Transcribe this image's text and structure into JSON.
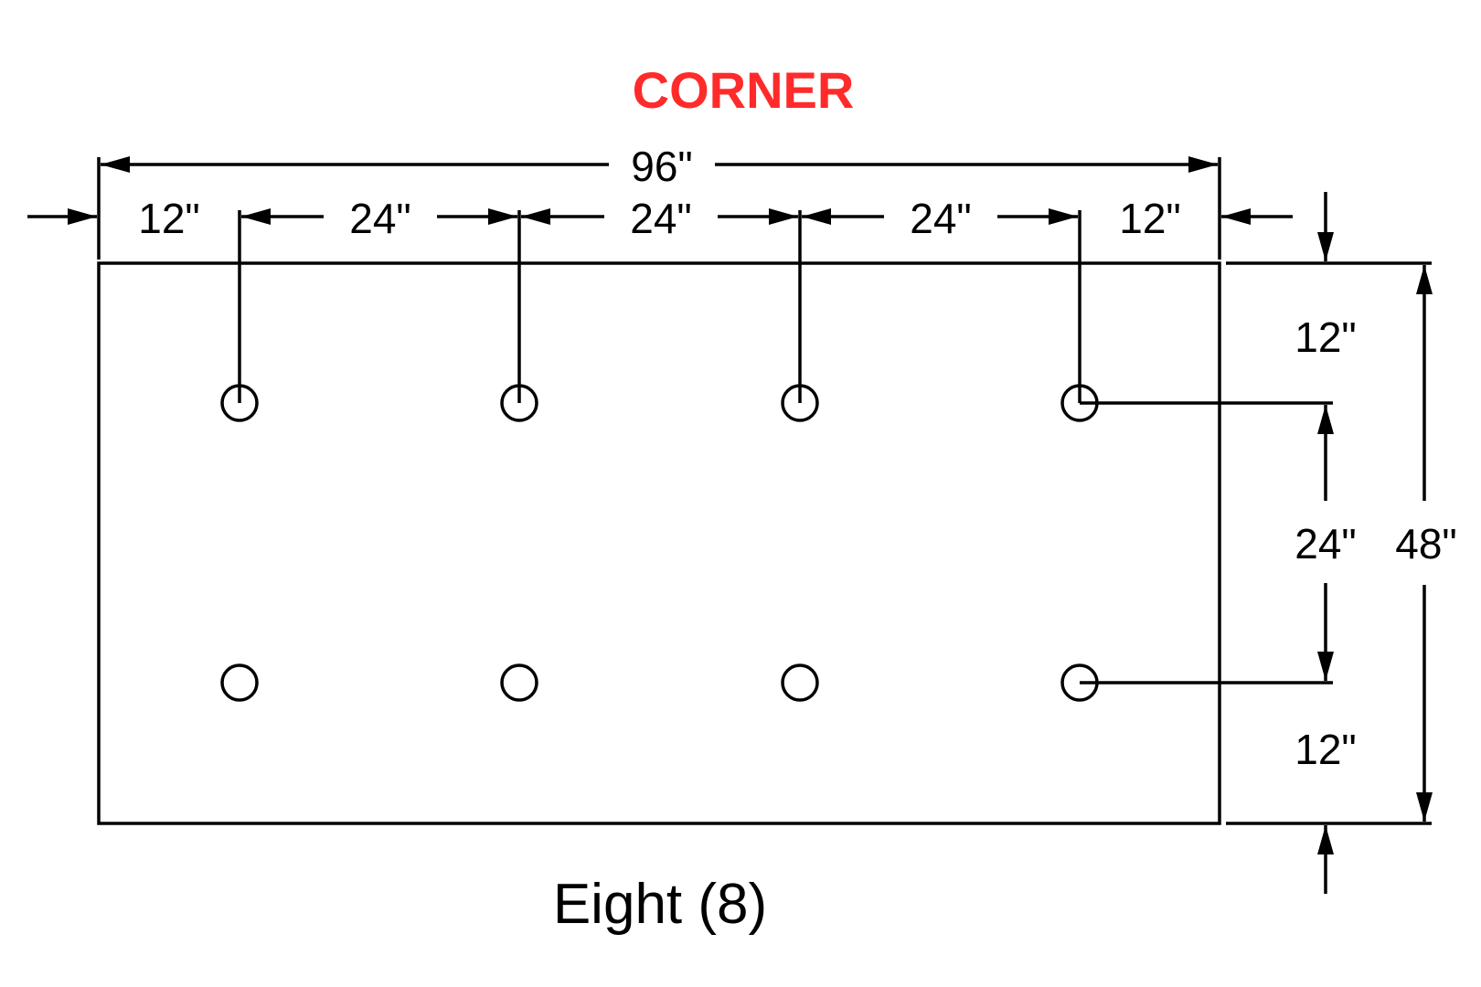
{
  "title": "CORNER",
  "caption": "Eight (8)",
  "colors": {
    "title": "#ff2b2b",
    "lines": "#000000",
    "background": "#ffffff"
  },
  "dimensions": {
    "overall_width": "96\"",
    "top_left_edge": "12\"",
    "top_gap_1": "24\"",
    "top_gap_2": "24\"",
    "top_gap_3": "24\"",
    "top_right_edge": "12\"",
    "right_top_edge": "12\"",
    "right_between_rows": "24\"",
    "right_bottom_edge": "12\"",
    "overall_height": "48\""
  },
  "holes": {
    "count": 8,
    "rows": 2,
    "columns": 4
  }
}
